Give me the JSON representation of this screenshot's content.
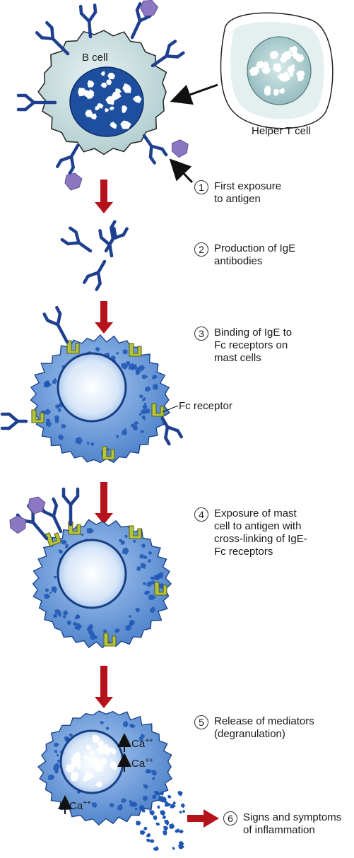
{
  "labels": {
    "b_cell": "B cell",
    "helper_t_cell": "Helper T cell",
    "fc_receptor": "Fc receptor",
    "ca1": "Ca",
    "ca2": "Ca",
    "ca3": "Ca",
    "ca_sup": "++"
  },
  "steps": [
    {
      "num": "1",
      "text": "First exposure\nto antigen"
    },
    {
      "num": "2",
      "text": "Production of IgE\nantibodies"
    },
    {
      "num": "3",
      "text": "Binding of IgE to\nFc receptors on\nmast cells"
    },
    {
      "num": "4",
      "text": "Exposure of mast\ncell to antigen with\ncross-linking of IgE-\nFc receptors"
    },
    {
      "num": "5",
      "text": "Release of mediators\n(degranulation)"
    },
    {
      "num": "6",
      "text": "Signs and symptoms\nof inflammation"
    }
  ],
  "colors": {
    "antibody": "#1f3f8f",
    "antigen": "#8c78c0",
    "receptor": "#b5c43a",
    "b_cell_fill": "#cddfe0",
    "mast_cell_fill": "#4f86d0",
    "nucleus": "#1e4f9e",
    "arrow_red": "#b5121b"
  }
}
